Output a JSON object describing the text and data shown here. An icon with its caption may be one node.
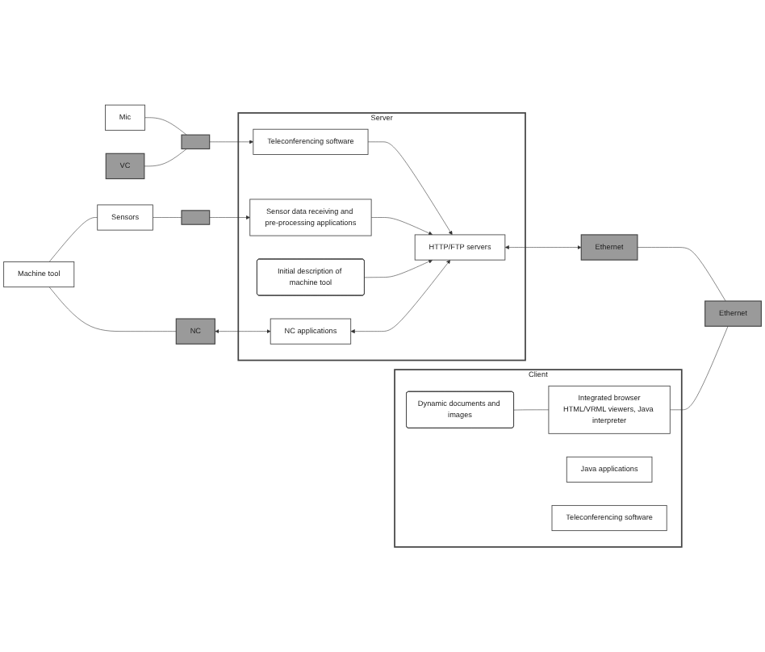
{
  "diagram": {
    "nodes": [
      {
        "text": [
          "Server"
        ]
      },
      {
        "text": [
          "Teleconferencing software"
        ],
        "in": 0
      },
      {
        "text": [
          "Sensor data receiving and pre-processing applications"
        ],
        "in": 0
      },
      {
        "text": [
          "HTTP/FTP servers"
        ],
        "in": 0
      },
      {
        "text": [
          "Initial description of machine tool"
        ],
        "in": 0
      },
      {
        "text": [
          "NC applications"
        ],
        "in": 0
      },
      {
        "text": [
          "Mic"
        ]
      },
      {
        "text": [],
        "shape": "box"
      },
      {
        "text": [
          "VC"
        ]
      },
      {
        "text": [
          "Machine tool"
        ]
      },
      {
        "text": [
          "Sensors"
        ]
      },
      {
        "text": [],
        "shape": "box"
      },
      {
        "text": [
          "NC"
        ]
      },
      {
        "text": [
          "Ethernet"
        ]
      },
      {
        "text": [
          "Client"
        ]
      },
      {
        "text": [
          "Dynamic documents and images"
        ],
        "in": 14
      },
      {
        "text": [
          "Integrated browser",
          "HTML/VRML viewers, Java interpreter"
        ],
        "in": 14
      },
      {
        "text": [
          "Java applications"
        ],
        "in": 14
      },
      {
        "text": [
          "Teleconferencing software"
        ],
        "in": 14
      },
      {
        "text": [
          "Ethernet"
        ]
      }
    ],
    "edges": [
      {
        "from": 6,
        "to": 7,
        "arrow": "none"
      },
      {
        "from": 8,
        "to": 7,
        "arrow": "none"
      },
      {
        "from": 7,
        "to": 1,
        "arrow": "to"
      },
      {
        "from": 9,
        "to": 10,
        "arrow": "none"
      },
      {
        "from": 10,
        "to": 11,
        "arrow": "none"
      },
      {
        "from": 11,
        "to": 2,
        "arrow": "to"
      },
      {
        "from": 9,
        "to": 12,
        "arrow": "none"
      },
      {
        "from": 12,
        "to": 5,
        "arrow": "both"
      },
      {
        "from": 1,
        "to": 3,
        "arrow": "to"
      },
      {
        "from": 2,
        "to": 3,
        "arrow": "to"
      },
      {
        "from": 3,
        "to": 13,
        "arrow": "both"
      },
      {
        "from": 4,
        "to": 3,
        "arrow": "to"
      },
      {
        "from": 5,
        "to": 3,
        "arrow": "both"
      },
      {
        "from": 13,
        "to": 19,
        "arrow": "none"
      },
      {
        "from": 15,
        "to": 16,
        "arrow": "none"
      },
      {
        "from": 16,
        "to": 19,
        "arrow": "none"
      }
    ]
  }
}
